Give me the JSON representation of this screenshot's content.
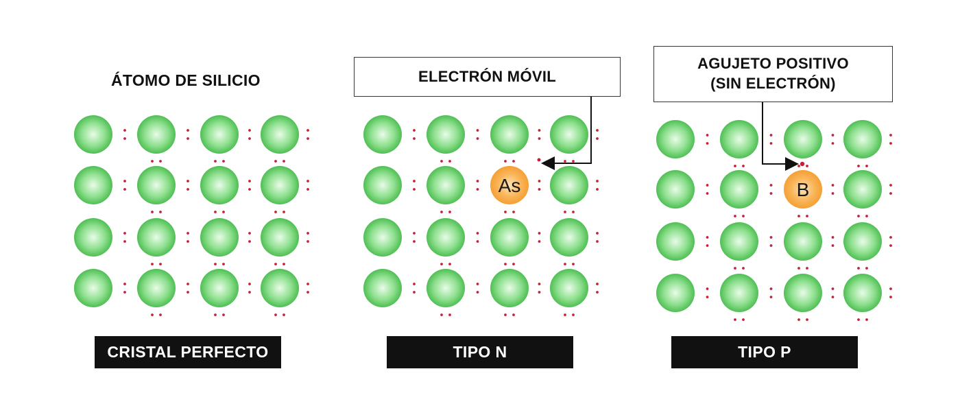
{
  "colors": {
    "silicon_atom": "#5ecf63",
    "silicon_atom_highlight": "#e9fbe9",
    "dopant_atom": "#f59a2c",
    "electron_dot": "#c9203a",
    "caption_bg": "#111111",
    "caption_text": "#ffffff"
  },
  "panels": [
    {
      "id": "cristal-perfecto",
      "heading": "ÁTOMO DE SILICIO",
      "caption": "CRISTAL PERFECTO",
      "dopant": null
    },
    {
      "id": "tipo-n",
      "heading": "ELECTRÓN MÓVIL",
      "caption": "TIPO N",
      "dopant": {
        "symbol": "As",
        "row": 2,
        "col": 3,
        "icon": "arrow-pointing-to-extra-electron"
      }
    },
    {
      "id": "tipo-p",
      "heading_lines": [
        "AGUJETO POSITIVO",
        "(SIN ELECTRÓN)"
      ],
      "caption": "TIPO P",
      "dopant": {
        "symbol": "B",
        "row": 2,
        "col": 3,
        "icon": "arrow-pointing-to-hole"
      }
    }
  ],
  "lattice": {
    "rows": 4,
    "cols": 4
  }
}
